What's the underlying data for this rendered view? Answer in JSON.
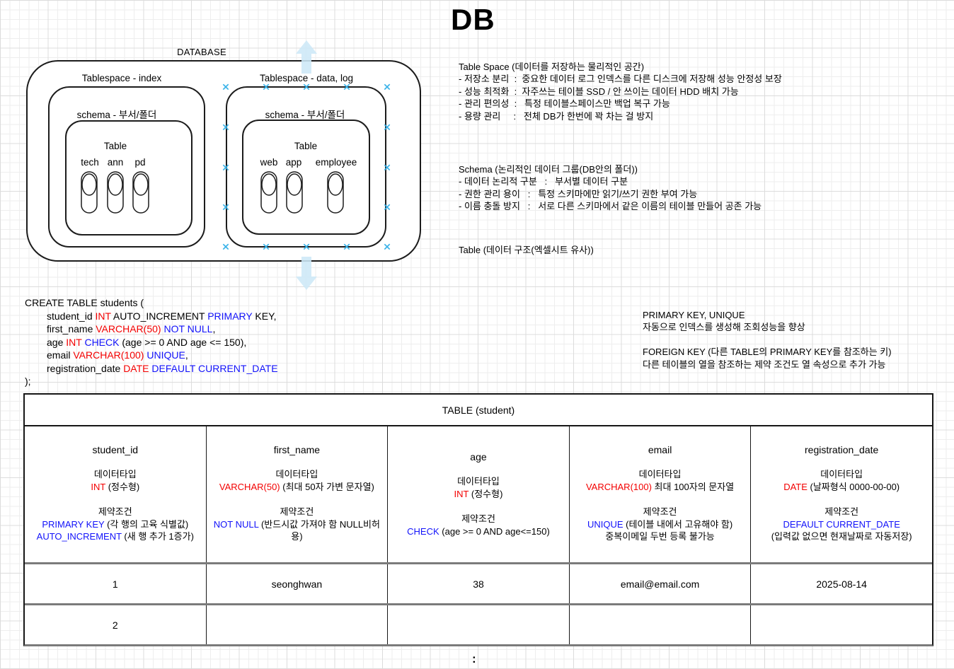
{
  "title": "DB",
  "diagram": {
    "database_label": "DATABASE",
    "tablespaces": [
      {
        "label": "Tablespace - index",
        "schema_label": "schema - 부서/폴더",
        "table_label": "Table",
        "tables": [
          "tech",
          "ann",
          "pd"
        ]
      },
      {
        "label": "Tablespace - data, log",
        "schema_label": "schema - 부서/폴더",
        "table_label": "Table",
        "tables": [
          "web",
          "app",
          "employee"
        ]
      }
    ],
    "selection": {
      "symbol": "✕",
      "color": "#36b1e8",
      "cols": [
        319,
        376,
        433,
        490,
        547
      ],
      "rows": [
        123,
        180,
        237,
        293,
        349
      ]
    },
    "arrow_color": "#cde8f7"
  },
  "notes": {
    "tablespace": {
      "lines": [
        "Table Space (데이터를 저장하는 물리적인 공간)",
        "- 저장소 분리  :  중요한 데이터 로그 인덱스를 다른 디스크에 저장해 성능 안정성 보장",
        "- 성능 최적화  :  자주쓰는 테이블 SSD / 안 쓰이는 데이터 HDD 배치 가능",
        "- 관리 편의성  :   특정 테이블스페이스만 백업 복구 가능",
        "- 용량 관리     :   전체 DB가 한번에 꽉 차는 걸 방지"
      ]
    },
    "schema": {
      "lines": [
        "Schema (논리적인 데이터 그룹(DB안의 폴더))",
        "- 데이터 논리적 구분   :   부서별 데이터 구분",
        "- 권한 관리 용이   :   특정 스키마에만 읽기/쓰기 권한 부여 가능",
        "- 이름 충돌 방지   :   서로 다른 스키마에서 같은 이름의 테이블 만들어 공존 가능"
      ]
    },
    "table_line": "Table (데이터 구조(엑셀시트 유사))",
    "keys": {
      "lines": [
        "PRIMARY KEY, UNIQUE",
        "자동으로 인덱스를 생성해 조회성능을 향상",
        "",
        "FOREIGN KEY (다른 TABLE의 PRIMARY KEY를 참조하는 키)",
        "다른 테이블의 열을 참조하는 제약 조건도 열 속성으로 추가 가능"
      ]
    }
  },
  "sql": {
    "lines": [
      {
        "ind": 0,
        "seg": [
          [
            "CREATE TABLE students (",
            "k"
          ]
        ]
      },
      {
        "ind": 1,
        "seg": [
          [
            "student_id ",
            "k"
          ],
          [
            "INT",
            "r"
          ],
          [
            " AUTO_INCREMENT ",
            "k"
          ],
          [
            "PRIMARY",
            "b"
          ],
          [
            " KEY,",
            "k"
          ]
        ]
      },
      {
        "ind": 1,
        "seg": [
          [
            "first_name ",
            "k"
          ],
          [
            "VARCHAR(50)",
            "r"
          ],
          [
            " ",
            "k"
          ],
          [
            "NOT NULL",
            "b"
          ],
          [
            ",",
            "k"
          ]
        ]
      },
      {
        "ind": 1,
        "seg": [
          [
            "age ",
            "k"
          ],
          [
            "INT",
            "r"
          ],
          [
            " ",
            "k"
          ],
          [
            "CHECK",
            "b"
          ],
          [
            " (age >= 0 AND age <= 150),",
            "k"
          ]
        ]
      },
      {
        "ind": 1,
        "seg": [
          [
            "email ",
            "k"
          ],
          [
            "VARCHAR(100)",
            "r"
          ],
          [
            " ",
            "k"
          ],
          [
            "UNIQUE",
            "b"
          ],
          [
            ",",
            "k"
          ]
        ]
      },
      {
        "ind": 1,
        "seg": [
          [
            "registration_date ",
            "k"
          ],
          [
            "DATE",
            "r"
          ],
          [
            " ",
            "k"
          ],
          [
            "DEFAULT",
            "b"
          ],
          [
            " ",
            "k"
          ],
          [
            "CURRENT_DATE",
            "b"
          ]
        ]
      },
      {
        "ind": 0,
        "seg": [
          [
            ");",
            "k"
          ]
        ]
      }
    ]
  },
  "student_table": {
    "title": "TABLE (student)",
    "columns": [
      {
        "name": "student_id",
        "shift": false,
        "lines": [
          [
            [
              "데이터타입",
              "k"
            ]
          ],
          [
            [
              "INT",
              "r"
            ],
            [
              " (정수형)",
              "k"
            ]
          ],
          null,
          [
            [
              "제약조건",
              "k"
            ]
          ],
          [
            [
              "PRIMARY KEY",
              "b"
            ],
            [
              " (각 행의 고육 식별값)",
              "k"
            ]
          ],
          [
            [
              "AUTO_INCREMENT",
              "b"
            ],
            [
              " (새 행 추가 1증가)",
              "k"
            ]
          ]
        ]
      },
      {
        "name": "first_name",
        "shift": false,
        "lines": [
          [
            [
              "데이터타입",
              "k"
            ]
          ],
          [
            [
              "VARCHAR(50)",
              "r"
            ],
            [
              " (최대 50자 가변 문자열)",
              "k"
            ]
          ],
          null,
          [
            [
              "제약조건",
              "k"
            ]
          ],
          [
            [
              "NOT NULL",
              "b"
            ],
            [
              " (반드시값 가져야 함 NULL비허용)",
              "k"
            ]
          ]
        ]
      },
      {
        "name": "age",
        "shift": true,
        "lines": [
          [
            [
              "데이터타입",
              "k"
            ]
          ],
          [
            [
              "INT",
              "r"
            ],
            [
              " (정수형)",
              "k"
            ]
          ],
          null,
          [
            [
              "제약조건",
              "k"
            ]
          ],
          [
            [
              "CHECK",
              "b"
            ],
            [
              " (age >= 0 AND age<=150)",
              "k"
            ]
          ]
        ]
      },
      {
        "name": "email",
        "shift": false,
        "lines": [
          [
            [
              "데이터타입",
              "k"
            ]
          ],
          [
            [
              "VARCHAR(100)",
              "r"
            ],
            [
              " 최대 100자의 문자열",
              "k"
            ]
          ],
          null,
          [
            [
              "제약조건",
              "k"
            ]
          ],
          [
            [
              "UNIQUE",
              "b"
            ],
            [
              " (테이블 내에서 고유해야 함)",
              "k"
            ]
          ],
          [
            [
              "중복이메일 두번 등록 불가능",
              "k"
            ]
          ]
        ]
      },
      {
        "name": "registration_date",
        "shift": false,
        "lines": [
          [
            [
              "데이터타입",
              "k"
            ]
          ],
          [
            [
              "DATE",
              "r"
            ],
            [
              " (날짜형식 0000-00-00)",
              "k"
            ]
          ],
          null,
          [
            [
              "제약조건",
              "k"
            ]
          ],
          [
            [
              "DEFAULT CURRENT_DATE",
              "b"
            ]
          ],
          [
            [
              "(입력값 없으면 현재날짜로 자동저장)",
              "k"
            ]
          ]
        ]
      }
    ],
    "rows": [
      [
        "1",
        "seonghwan",
        "38",
        "email@email.com",
        "2025-08-14"
      ],
      [
        "2",
        "",
        "",
        "",
        ""
      ]
    ],
    "more_indicator": ":"
  }
}
